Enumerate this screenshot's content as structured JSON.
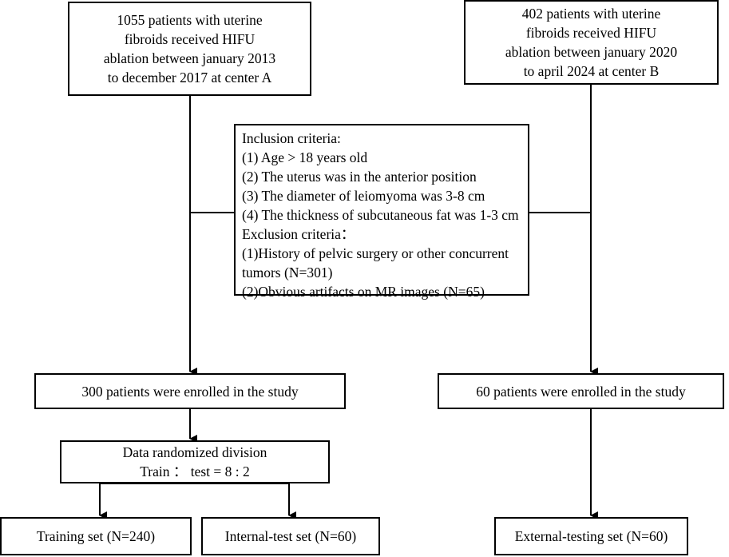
{
  "boxes": {
    "center_a": {
      "lines": [
        "1055 patients with uterine",
        "fibroids received  HIFU",
        "ablation between january 2013",
        "to december 2017 at center A"
      ]
    },
    "center_b": {
      "lines": [
        "402 patients with uterine",
        "fibroids received  HIFU",
        "ablation between january 2020",
        "to april 2024 at center B"
      ]
    },
    "criteria": {
      "lines": [
        "Inclusion criteria:",
        "(1) Age > 18 years old",
        "(2) The uterus was in the anterior position",
        "(3) The diameter of leiomyoma was 3-8 cm",
        "(4) The thickness of subcutaneous fat was 1-3 cm",
        "Exclusion criteria：",
        "(1)History of pelvic surgery or other concurrent",
        "tumors (N=301)",
        "(2)Obvious artifacts on MR images (N=65)"
      ]
    },
    "enrolled_a": {
      "text": "300 patients were enrolled in the study"
    },
    "enrolled_b": {
      "text": "60 patients were enrolled in the study"
    },
    "randomized": {
      "lines": [
        "Data randomized division",
        "Train ： test = 8 : 2"
      ]
    },
    "training_set": {
      "text": "Training set (N=240)"
    },
    "internal_test_set": {
      "text": "Internal-test set (N=60)"
    },
    "external_test_set": {
      "text": "External-testing set (N=60)"
    }
  }
}
